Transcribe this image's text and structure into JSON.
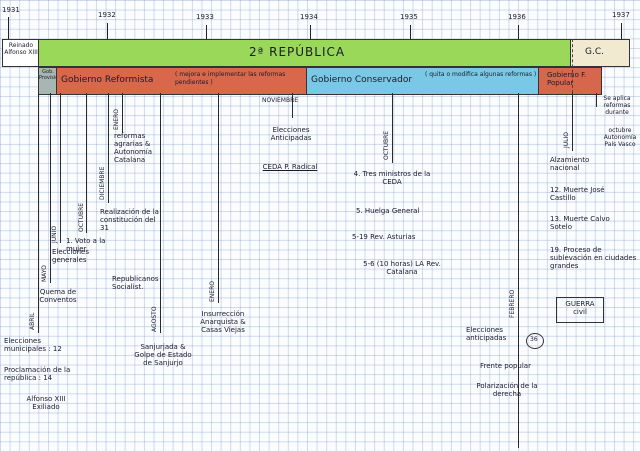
{
  "years": [
    "1931",
    "1932",
    "1933",
    "1934",
    "1935",
    "1936",
    "1937"
  ],
  "bands": {
    "monarchy": "Reinado Alfonso XIII",
    "republic": "2ª REPÚBLICA",
    "gc": "G.C.",
    "provisional": "Gob. Provisional",
    "reformista": "Gobierno Reformista",
    "reformista_note": "( mejora e implementar las reformas pendientes )",
    "conservador": "Gobierno Conservador",
    "conservador_note": "( quita o modifica algunas reformas )",
    "popular": "Gobierno F. Popular"
  },
  "months": {
    "abril": "ABRIL",
    "mayo": "MAYO",
    "junio": "JUNIO",
    "octubre": "OCTUBRE",
    "diciembre": "DICIEMBRE",
    "enero32": "ENERO",
    "agosto": "AGOSTO",
    "enero33": "ENERO",
    "noviembre": "NOVIEMBRE",
    "octubre34": "OCTUBRE",
    "febrero": "FEBRERO",
    "julio": "JULIO"
  },
  "events": {
    "elec_municipales": "Elecciones municipales : 12",
    "proclamacion": "Proclamación de la república : 14",
    "alfonso": "Alfonso XIII Exiliado",
    "quema": "Quema de Conventos",
    "elec_generales": "Elecciones generales",
    "voto_mujer": "1. Voto a la mujer",
    "republicanos": "Republicanos Socialist.",
    "constitucion": "Realización de la constitución del 31",
    "reformas": "reformas agrarias & Autonomía Catalana",
    "sanjurjada": "Sanjurjada & Golpe de Estado de Sanjurjo",
    "insurreccion": "Insurrección Anarquista & Casas Viejas",
    "elecciones33": "Elecciones Anticipadas",
    "ceda": "CEDA P. Radical",
    "tres_ministros": "4. Tres ministros de la CEDA",
    "huelga": "5. Huelga General",
    "asturias": "5-19 Rev. Asturias",
    "catalana": "5-6 (10 horas) LA Rev. Catalana",
    "elecciones36": "Elecciones anticipadas",
    "num36": "36",
    "frente": "Frente popular",
    "polarizacion": "Polarización de la derecha",
    "aplica": "Se aplica reformas durante",
    "octubre_auto": "octubre Autonomía País Vasco",
    "alzamiento": "Alzamiento nacional",
    "castillo": "12. Muerte José Castillo",
    "calvo": "13. Muerte Calvo Sotelo",
    "proceso": "19. Proceso de sublevación en ciudades grandes",
    "guerra": "GUERRA civil"
  },
  "colors": {
    "monarchy": "#ffffff",
    "republic": "#9ad85a",
    "gc": "#f2ead0",
    "provisional": "#a7b6b0",
    "reformista": "#d8674b",
    "conservador": "#79c9e6",
    "popular": "#d6664c"
  }
}
